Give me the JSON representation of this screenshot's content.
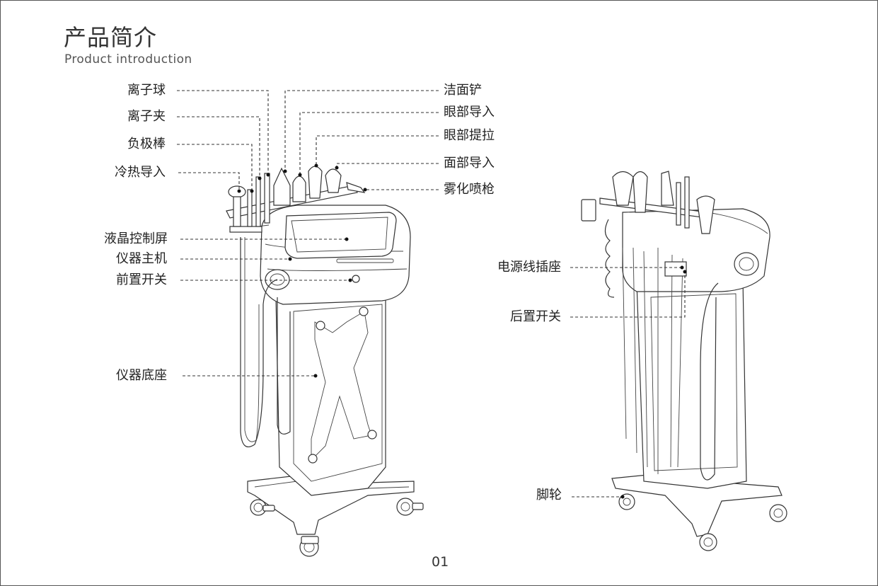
{
  "header": {
    "title_cn": "产品简介",
    "title_en": "Product introduction"
  },
  "front_labels": {
    "ion_ball": "离子球",
    "ion_clip": "离子夹",
    "negative_rod": "负极棒",
    "hot_cold": "冷热导入",
    "lcd": "液晶控制屏",
    "host": "仪器主机",
    "front_switch": "前置开关",
    "base": "仪器底座",
    "cleansing_shovel": "洁面铲",
    "eye_import": "眼部导入",
    "eye_lift": "眼部提拉",
    "face_import": "面部导入",
    "spray_gun": "雾化喷枪"
  },
  "back_labels": {
    "power_socket": "电源线插座",
    "rear_switch": "后置开关",
    "casters": "脚轮"
  },
  "footer": {
    "page_number": "01"
  }
}
